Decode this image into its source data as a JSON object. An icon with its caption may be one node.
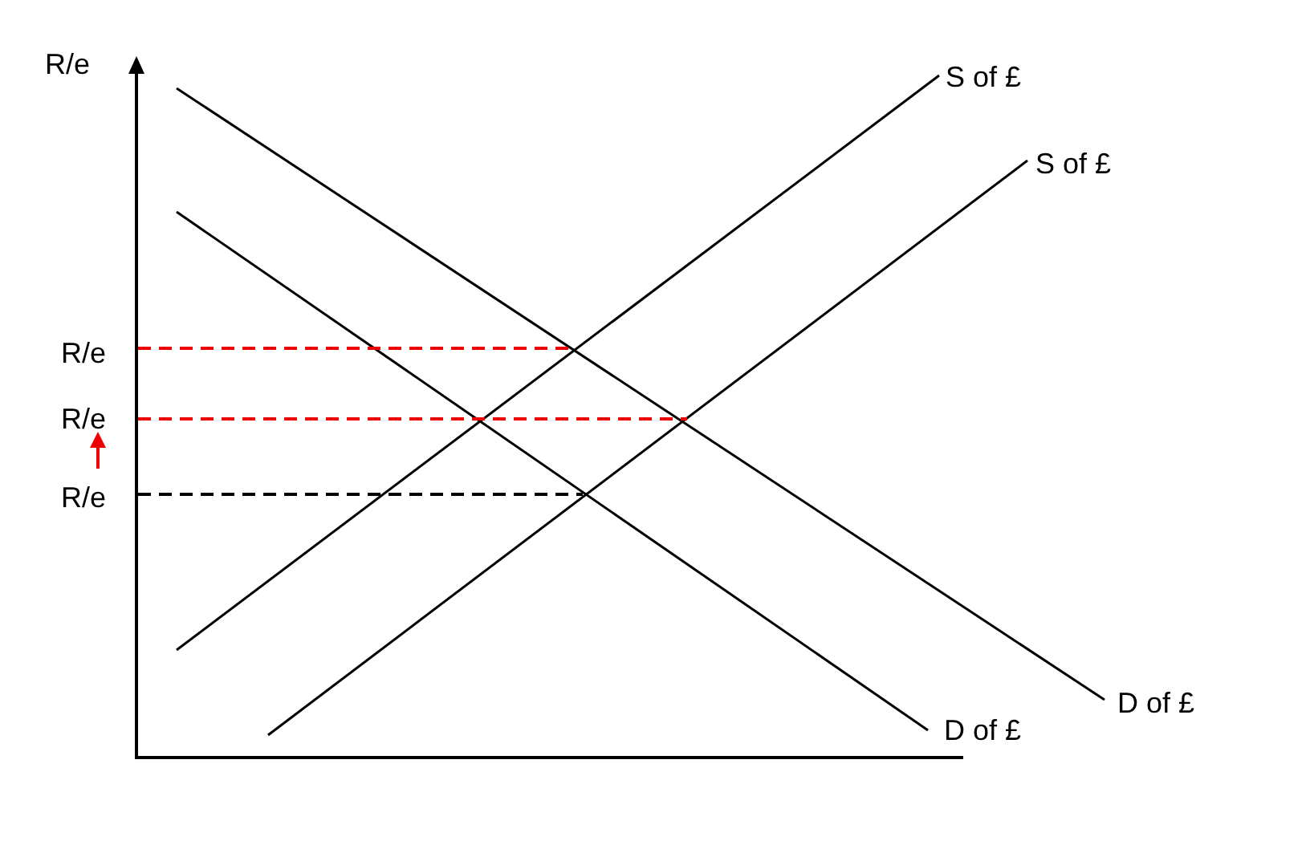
{
  "diagram": {
    "labels": [
      "R/e",
      "S of £",
      "S of £",
      "R/e",
      "R/e",
      "R/e",
      "D of £",
      "D of £"
    ]
  }
}
